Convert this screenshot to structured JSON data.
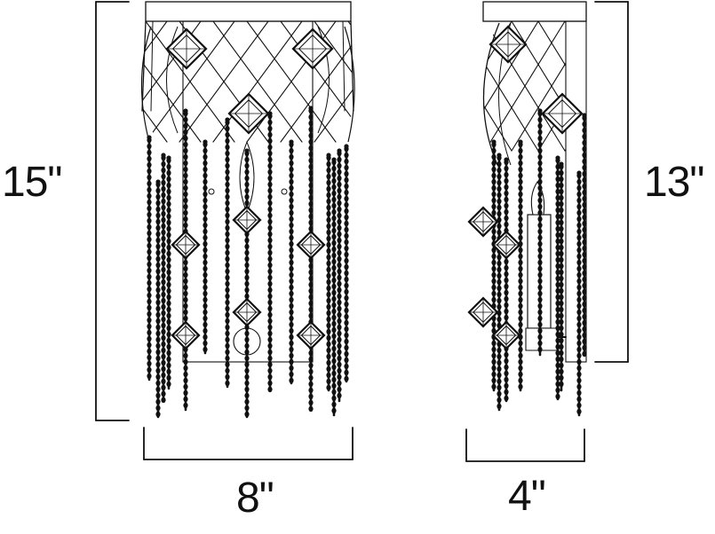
{
  "dimensions": {
    "front_height": "15\"",
    "side_height": "13\"",
    "front_width": "8\"",
    "side_depth": "4\""
  },
  "colors": {
    "line": "#111111",
    "background": "#ffffff"
  }
}
